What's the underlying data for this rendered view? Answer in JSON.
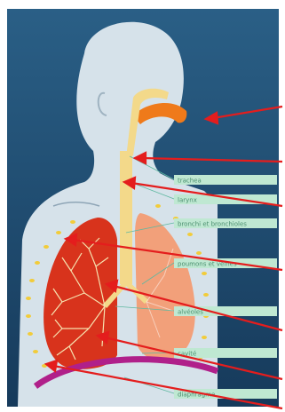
{
  "figure": {
    "colors": {
      "background": "#1f4f73",
      "background_dark": "#16395a",
      "body": "#d9e4ec",
      "airway": "#f3d98a",
      "nasal": "#ef7a1a",
      "lung_left": "#d9341c",
      "lung_right": "#f2a07a",
      "diaphragm": "#b0208a",
      "dots": "#f2cc3a",
      "label_box": "#bfe8d2",
      "arrow": "#e41d1d"
    },
    "labels": [
      {
        "id": "label-1",
        "text": "trachea"
      },
      {
        "id": "label-2",
        "text": "larynx"
      },
      {
        "id": "label-3",
        "text": "bronchi et bronchioles"
      },
      {
        "id": "label-4",
        "text": "poumons et veines"
      },
      {
        "id": "label-5",
        "text": "alvéoles"
      },
      {
        "id": "label-6",
        "text": "cavité"
      },
      {
        "id": "label-7",
        "text": "diaphragme"
      }
    ]
  }
}
